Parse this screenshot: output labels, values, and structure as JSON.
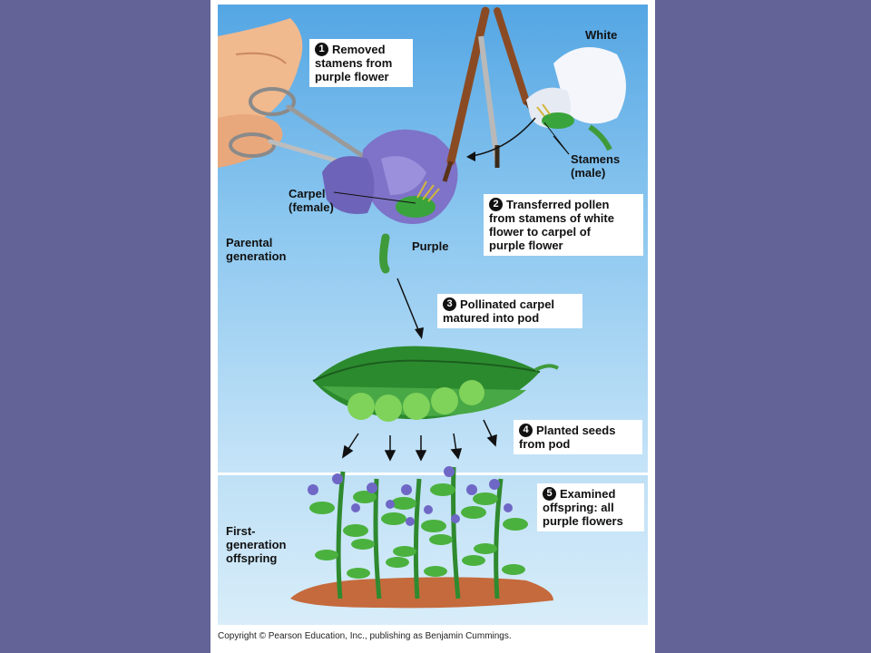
{
  "steps": [
    {
      "number": "1",
      "lines": [
        "Removed",
        "stamens from",
        "purple flower"
      ]
    },
    {
      "number": "2",
      "lines": [
        "Transferred pollen",
        "from stamens of white",
        "flower to carpel of",
        "purple flower"
      ]
    },
    {
      "number": "3",
      "lines": [
        "Pollinated carpel",
        "matured into pod"
      ]
    },
    {
      "number": "4",
      "lines": [
        "Planted seeds",
        "from pod"
      ]
    },
    {
      "number": "5",
      "lines": [
        "Examined",
        "offspring: all",
        "purple flowers"
      ]
    }
  ],
  "labels": {
    "white": "White",
    "stamens": [
      "Stamens",
      "(male)"
    ],
    "carpel": [
      "Carpel",
      "(female)"
    ],
    "purple": "Purple",
    "parental": [
      "Parental",
      "generation"
    ],
    "offspring": [
      "First-",
      "generation",
      "offspring"
    ]
  },
  "copyright": "Copyright © Pearson Education, Inc., publishing as Benjamin Cummings.",
  "colors": {
    "slide_bg": "#646397",
    "sky": "#7cbcec",
    "purple_flower": "#7e73c8",
    "pod_green": "#2c8a2e"
  }
}
